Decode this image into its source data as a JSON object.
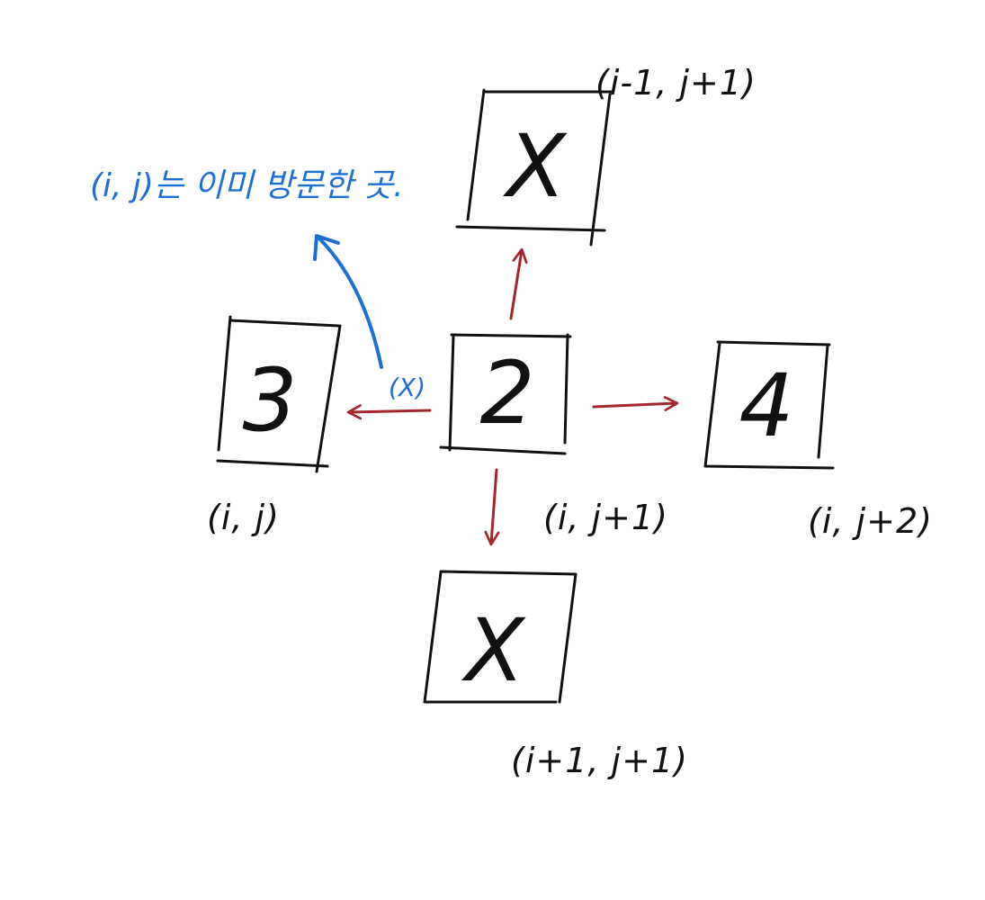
{
  "colors": {
    "ink": "#111111",
    "move_arrow": "#a3262d",
    "note": "#1e6fd0",
    "background": "#ffffff"
  },
  "cells": {
    "top": {
      "value": "X",
      "coord": "(i-1, j+1)"
    },
    "left": {
      "value": "3",
      "coord": "(i, j)"
    },
    "center": {
      "value": "2",
      "coord": "(i, j+1)"
    },
    "right": {
      "value": "4",
      "coord": "(i, j+2)"
    },
    "bottom": {
      "value": "X",
      "coord": "(i+1, j+1)"
    }
  },
  "annotations": {
    "visited_note": "(i, j)는 이미 방문한 곳.",
    "blocked_mark": "(X)"
  }
}
